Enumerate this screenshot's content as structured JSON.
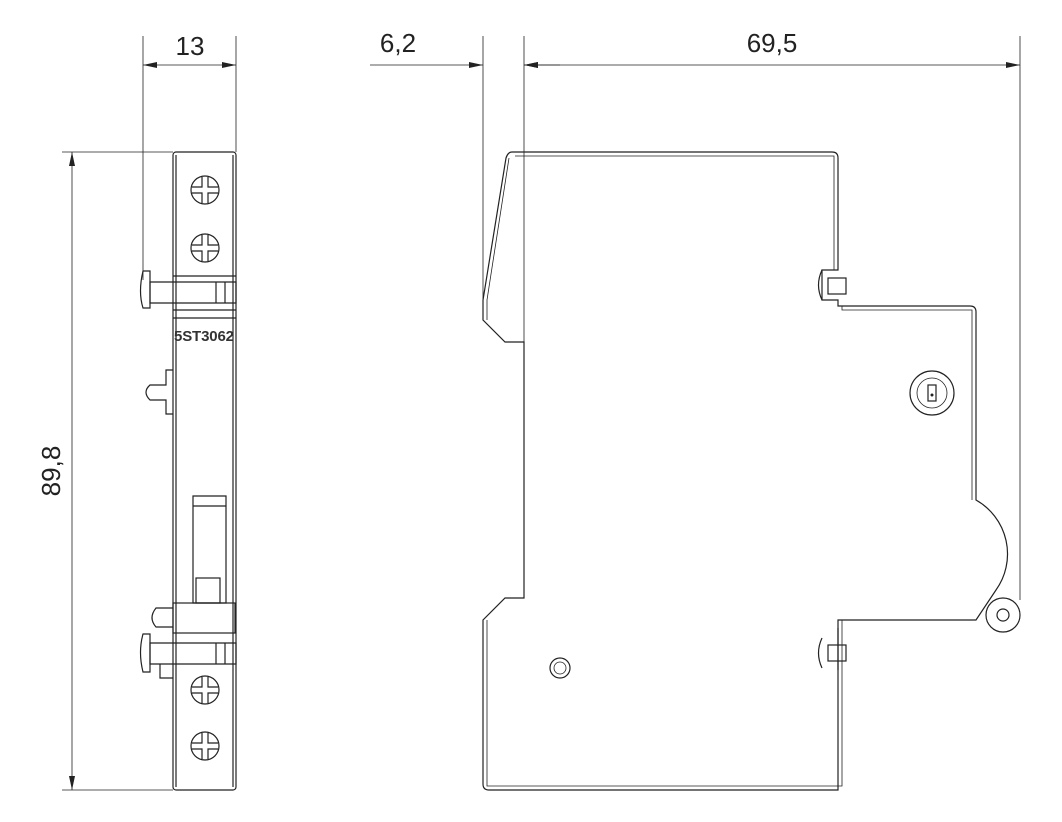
{
  "dimensions": {
    "width_side": "13",
    "offset": "6,2",
    "depth": "69,5",
    "height": "89,8"
  },
  "part_label": "5ST3062"
}
